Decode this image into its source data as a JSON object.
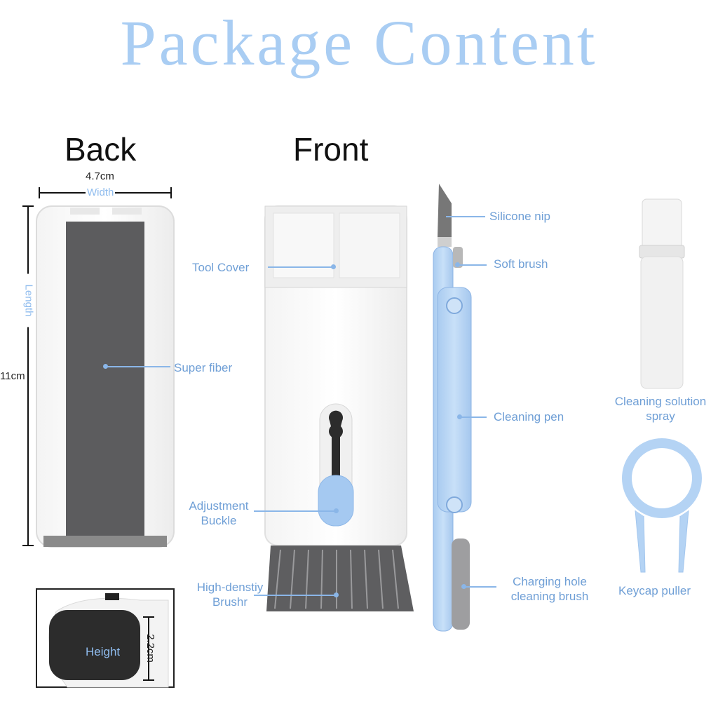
{
  "title": "Package Content",
  "views": {
    "back": "Back",
    "front": "Front"
  },
  "dimensions": {
    "width_value": "4.7cm",
    "width_label": "Width",
    "length_label": "Length",
    "length_value": "11cm",
    "height_label": "Height",
    "height_value": "2.2cm"
  },
  "labels": {
    "super_fiber": "Super fiber",
    "tool_cover": "Tool Cover",
    "adjustment_buckle_1": "Adjustment",
    "adjustment_buckle_2": "Buckle",
    "brush_1": "High-denstiy",
    "brush_2": "Brushr",
    "silicone_nip": "Silicone nip",
    "soft_brush": "Soft brush",
    "cleaning_pen": "Cleaning pen",
    "charging_1": "Charging hole",
    "charging_2": "cleaning brush",
    "spray_1": "Cleaning solution",
    "spray_2": "spray",
    "keycap_puller": "Keycap puller"
  },
  "colors": {
    "accent": "#a9cdf3",
    "label": "#6f9fd6",
    "pen_blue": "#b9d6f5",
    "fiber": "#5c5c5e"
  }
}
